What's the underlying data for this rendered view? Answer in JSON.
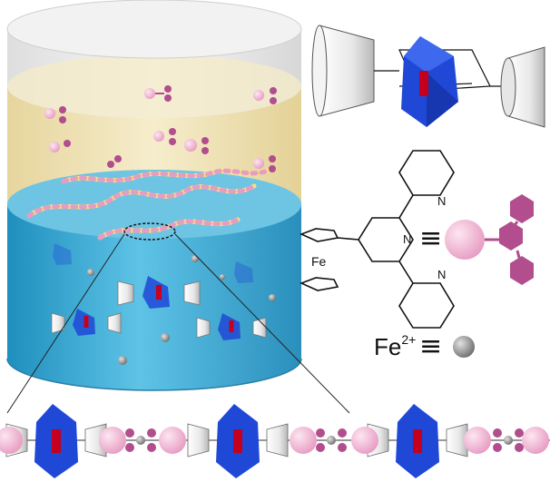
{
  "legend": {
    "fe_ion": {
      "symbol": "Fe",
      "charge": "2+",
      "equiv": "≡"
    },
    "ligand": {
      "equiv": "≡",
      "atoms": {
        "iron": "Fe",
        "nitrogen": "N"
      }
    }
  },
  "colors": {
    "bottom_phase": "#3aa6d0",
    "top_phase": "#efe2b4",
    "ferrocene_ball": "#f3b6d3",
    "terpyridine_mark": "#b24d8e",
    "metal_ion": "#8a8a8a",
    "polyhedron": "#1f48d6",
    "core": "#c4001e"
  }
}
